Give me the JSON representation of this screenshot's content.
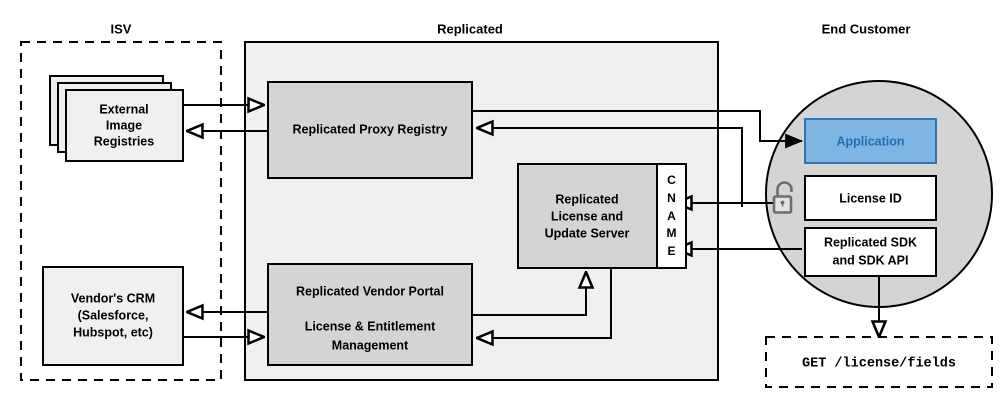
{
  "diagram": {
    "title": "Replicated vendor and end customer architecture",
    "colors": {
      "zone_fill": "#f0f0f0",
      "node_fill": "#d4d4d4",
      "white_fill": "#ffffff",
      "application_fill": "#7eb5e3",
      "application_stroke": "#2b77b5",
      "application_text": "#1f6fb2",
      "stroke": "#000000",
      "lock": "#6d6d6d"
    },
    "zones": [
      {
        "id": "isv",
        "label": "ISV",
        "style": "dashed-rect"
      },
      {
        "id": "replicated",
        "label": "Replicated",
        "style": "solid-filled-rect"
      },
      {
        "id": "end-customer",
        "label": "End Customer",
        "style": "filled-circle"
      }
    ],
    "nodes": {
      "external_image_registries": {
        "label_lines": [
          "External",
          "Image",
          "Registries"
        ],
        "shape": "stacked-rect",
        "zone": "isv"
      },
      "vendors_crm": {
        "label_lines": [
          "Vendor's CRM",
          "(Salesforce,",
          "Hubspot, etc)"
        ],
        "shape": "rect",
        "zone": "isv"
      },
      "replicated_proxy_registry": {
        "label_lines": [
          "Replicated Proxy Registry"
        ],
        "shape": "rect",
        "zone": "replicated"
      },
      "replicated_license_and_update_server": {
        "label_lines": [
          "Replicated",
          "License and",
          "Update Server"
        ],
        "shape": "rect",
        "zone": "replicated"
      },
      "cname": {
        "letters": [
          "C",
          "N",
          "A",
          "M",
          "E"
        ],
        "shape": "vertical-strip",
        "zone": "replicated"
      },
      "replicated_vendor_portal": {
        "label_lines": [
          "Replicated Vendor Portal",
          "",
          "License & Entitlement",
          "Management"
        ],
        "shape": "rect",
        "zone": "replicated"
      },
      "application": {
        "label_lines": [
          "Application"
        ],
        "shape": "rect",
        "zone": "end-customer",
        "highlight": true
      },
      "license_id": {
        "label_lines": [
          "License ID"
        ],
        "shape": "rect",
        "zone": "end-customer"
      },
      "replicated_sdk": {
        "label_lines": [
          "Replicated SDK",
          "and SDK API"
        ],
        "shape": "rect",
        "zone": "end-customer"
      },
      "license_fields_request": {
        "label_lines": [
          "GET /license/fields"
        ],
        "shape": "dashed-rect",
        "font": "monospace"
      }
    },
    "icons": [
      {
        "id": "unlocked-padlock",
        "name": "unlock-icon",
        "description": "open padlock between the license server link and License ID"
      }
    ]
  }
}
